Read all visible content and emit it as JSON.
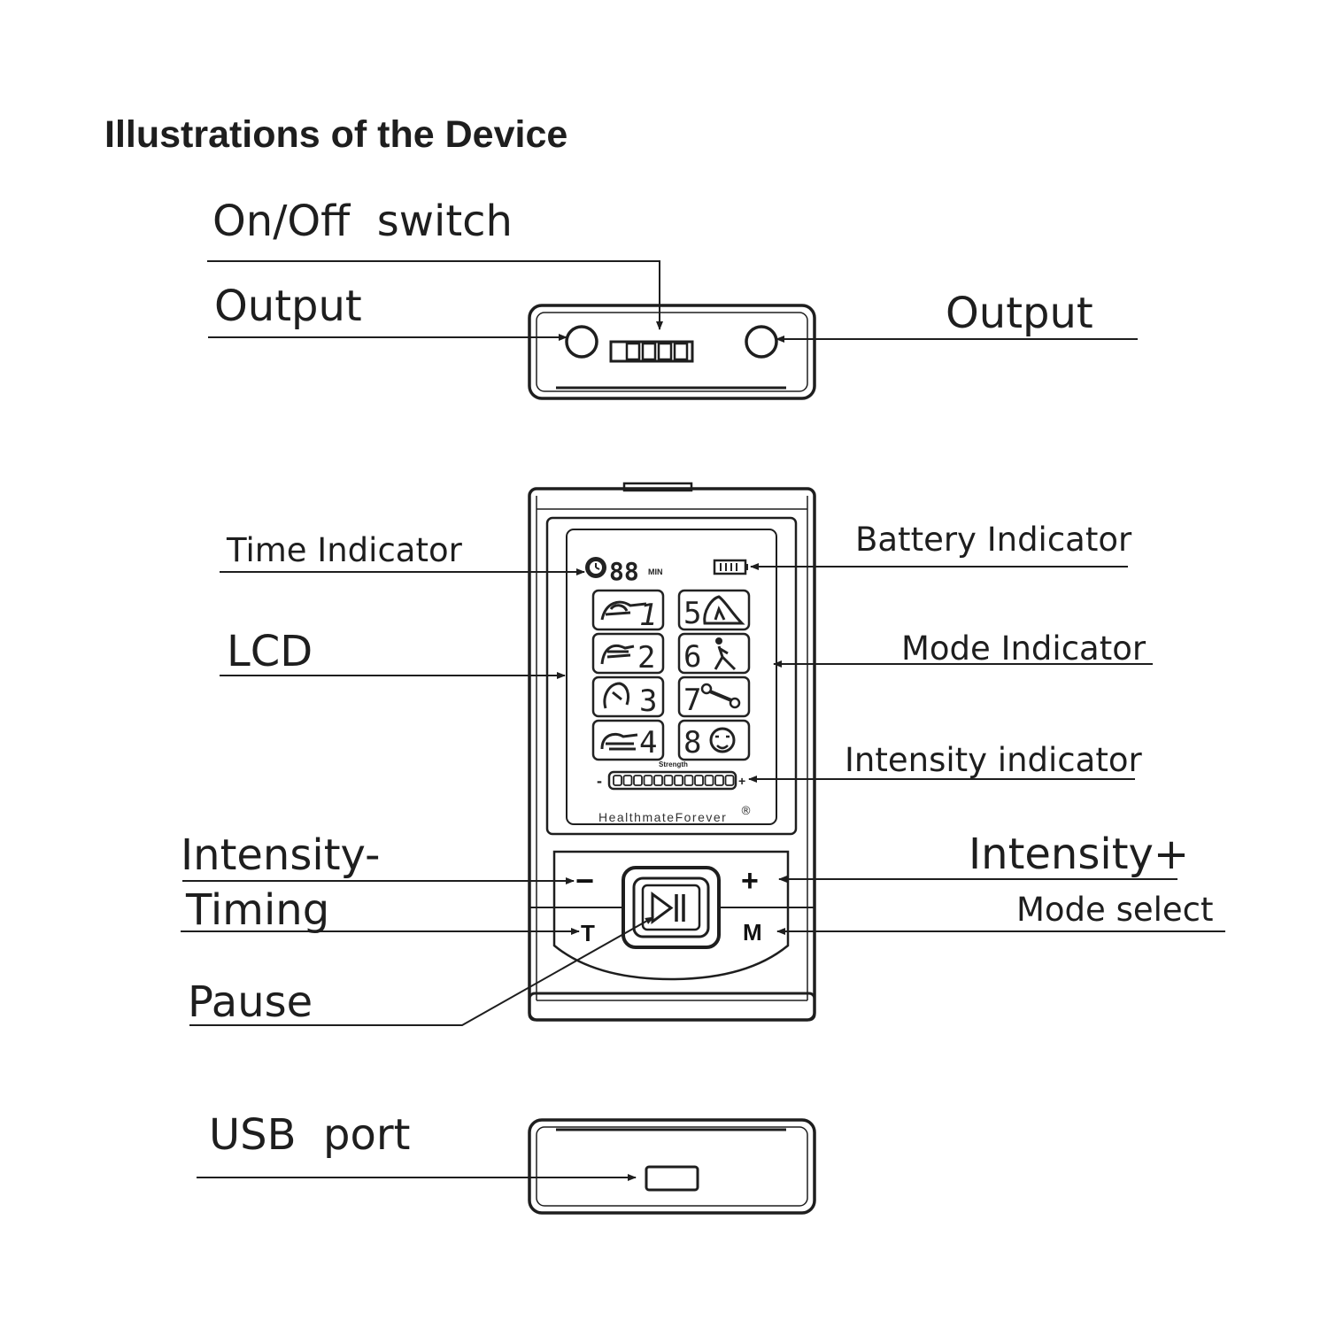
{
  "title": "Illustrations of the Device",
  "labels": {
    "on_off_switch": "On/Off  switch",
    "output_left": "Output",
    "output_right": "Output",
    "time_indicator": "Time Indicator",
    "battery_indicator": "Battery Indicator",
    "lcd": "LCD",
    "mode_indicator": "Mode Indicator",
    "intensity_indicator": "Intensity indicator",
    "intensity_minus": "Intensity-",
    "intensity_plus": "Intensity+",
    "timing": "Timing",
    "mode_select": "Mode select",
    "pause": "Pause",
    "usb_port": "USB  port"
  },
  "device": {
    "brand": "HealthmateForever",
    "registered_mark": "®",
    "lcd_timer_digits": "88",
    "lcd_timer_unit": "MIN",
    "lcd_strength_label": "Strength",
    "lcd_minus": "-",
    "lcd_plus": "+",
    "modes": [
      {
        "number": "1",
        "icon": "hand-knead-icon"
      },
      {
        "number": "2",
        "icon": "hand-flat-icon"
      },
      {
        "number": "3",
        "icon": "hand-pinch-icon"
      },
      {
        "number": "4",
        "icon": "hand-press-icon"
      },
      {
        "number": "5",
        "icon": "foot-reflex-icon"
      },
      {
        "number": "6",
        "icon": "walking-body-icon"
      },
      {
        "number": "7",
        "icon": "bone-icon"
      },
      {
        "number": "8",
        "icon": "face-icon"
      }
    ],
    "buttons": {
      "minus": "−",
      "plus": "+",
      "timing": "T",
      "mode": "M"
    }
  }
}
